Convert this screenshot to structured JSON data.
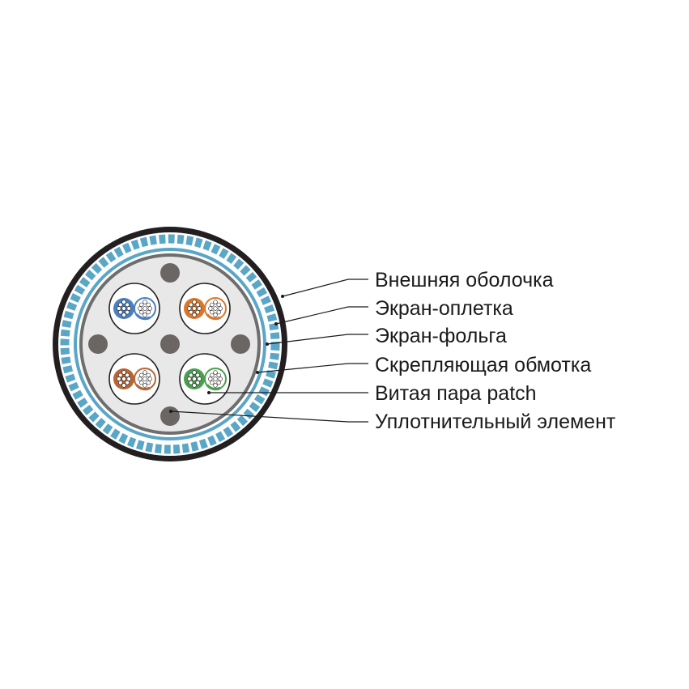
{
  "diagram": {
    "labels": [
      {
        "id": "outer-jacket",
        "text": "Внешняя оболочка"
      },
      {
        "id": "braid-shield",
        "text": "Экран-оплетка"
      },
      {
        "id": "foil-shield",
        "text": "Экран-фольга"
      },
      {
        "id": "binder-tape",
        "text": "Скрепляющая обмотка"
      },
      {
        "id": "twisted-pair",
        "text": "Витая пара patch"
      },
      {
        "id": "filler-element",
        "text": "Уплотнительный элемент"
      }
    ],
    "pairs": [
      {
        "name": "blue",
        "color": "#4a7fbf"
      },
      {
        "name": "orange",
        "color": "#d9772b"
      },
      {
        "name": "brown",
        "color": "#b86535"
      },
      {
        "name": "green",
        "color": "#4a9f4f"
      }
    ],
    "colors": {
      "jacket": "#231f20",
      "braid": "#5aa6c6",
      "foil": "#5aa6c6",
      "binder": "#6e6e6e",
      "core_fill": "#e8e8e8",
      "filler": "#6b6563",
      "leader": "#1a1a1a"
    }
  }
}
